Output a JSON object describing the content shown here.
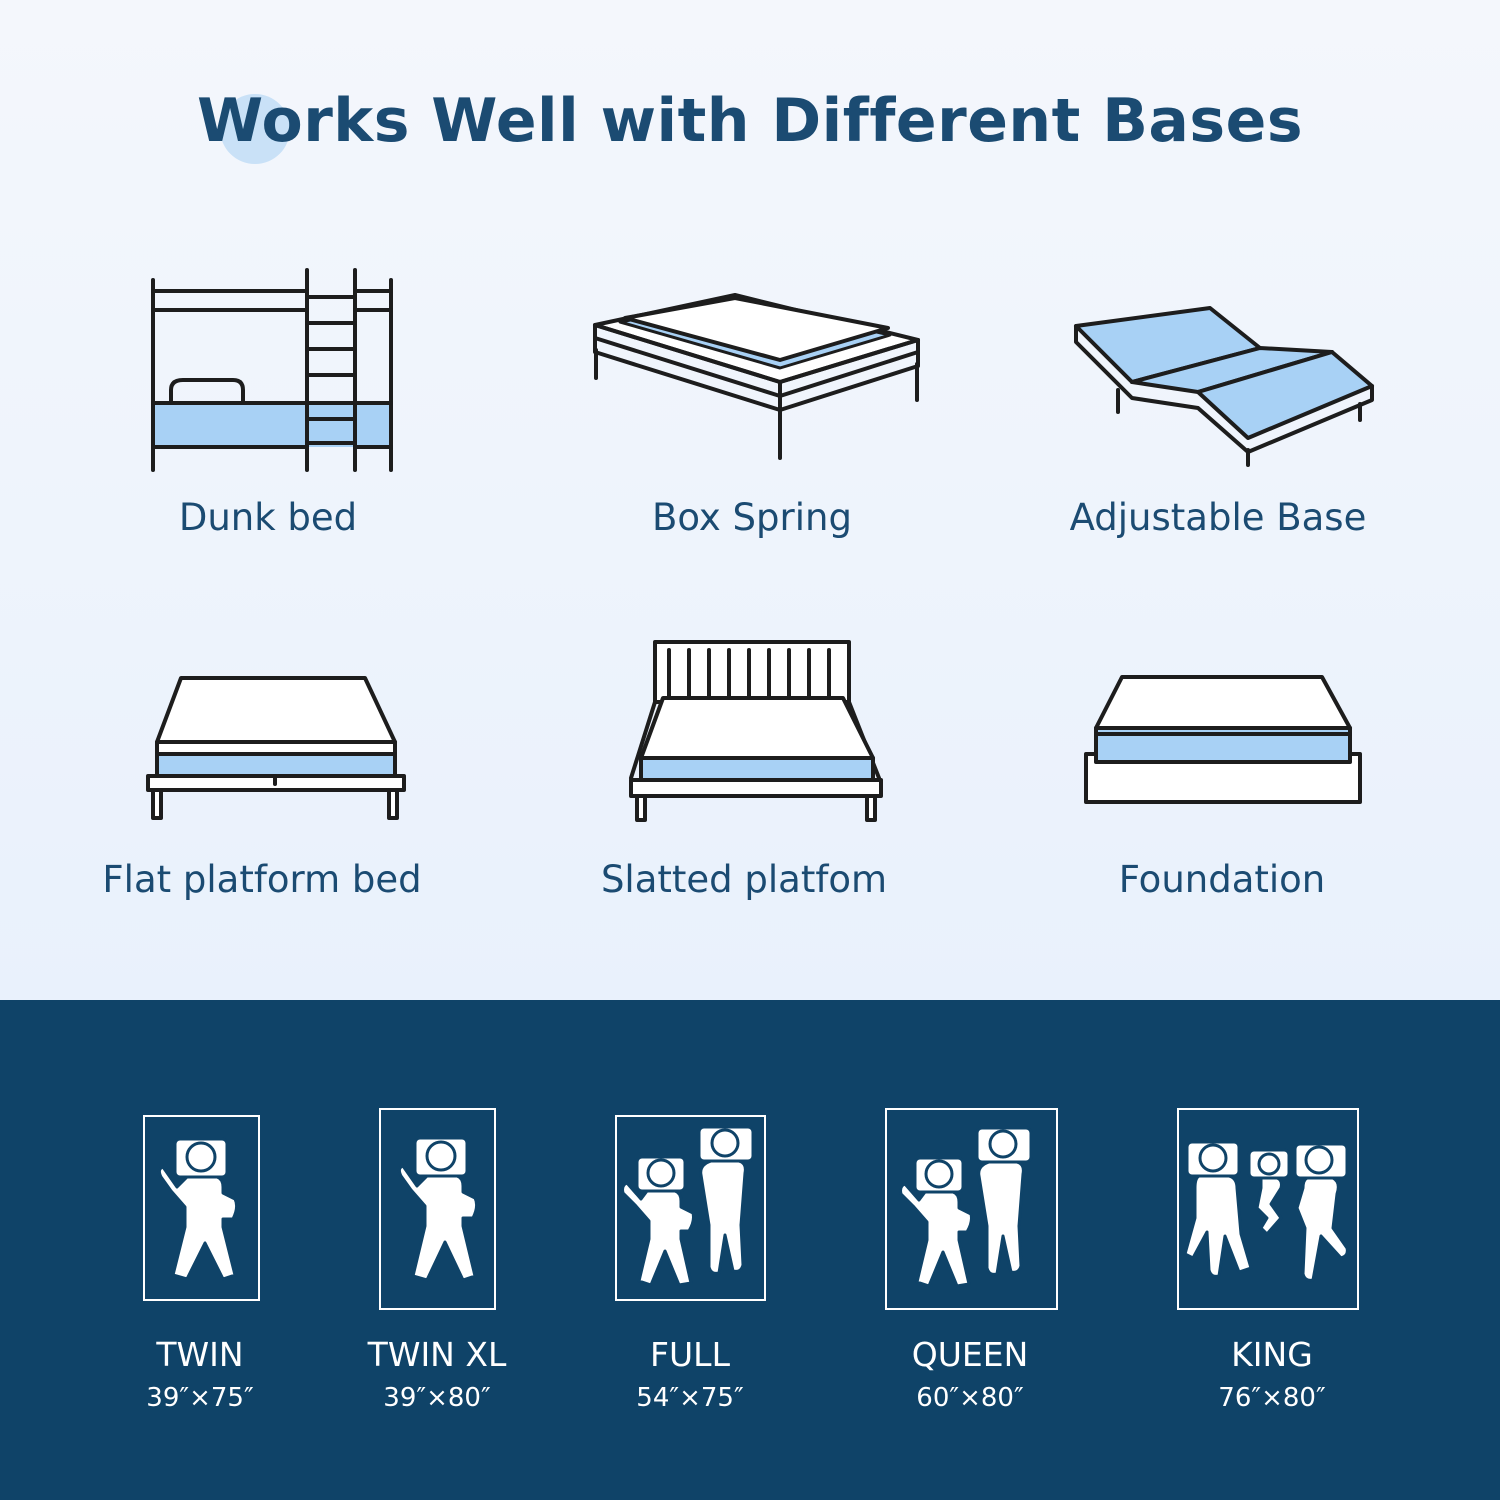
{
  "title": "Works Well with Different Bases",
  "colors": {
    "title": "#1b4b72",
    "accent_blue": "#a8d1f5",
    "bottom_band": "#0f4368"
  },
  "bases": [
    {
      "label": "Dunk bed",
      "icon": "bunk-bed-icon"
    },
    {
      "label": "Box Spring",
      "icon": "box-spring-icon"
    },
    {
      "label": "Adjustable Base",
      "icon": "adjustable-base-icon"
    },
    {
      "label": "Flat platform bed",
      "icon": "flat-platform-bed-icon"
    },
    {
      "label": "Slatted platfom",
      "icon": "slatted-platform-icon"
    },
    {
      "label": "Foundation",
      "icon": "foundation-icon"
    }
  ],
  "sizes": [
    {
      "name": "TWIN",
      "dims": "39″×75″",
      "icon": "twin-sleeper-icon"
    },
    {
      "name": "TWIN XL",
      "dims": "39″×80″",
      "icon": "twin-xl-sleeper-icon"
    },
    {
      "name": "FULL",
      "dims": "54″×75″",
      "icon": "full-sleepers-icon"
    },
    {
      "name": "QUEEN",
      "dims": "60″×80″",
      "icon": "queen-sleepers-icon"
    },
    {
      "name": "KING",
      "dims": "76″×80″",
      "icon": "king-sleepers-icon"
    }
  ]
}
